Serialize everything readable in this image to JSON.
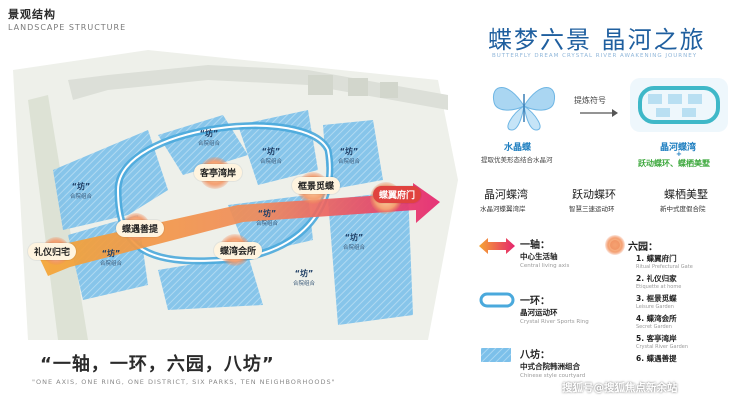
{
  "header": {
    "title_cn": "景观结构",
    "title_en": "LANDSCAPE STRUCTURE"
  },
  "hero": {
    "title": "蝶梦六景 晶河之旅",
    "subtitle": "BUTTERFLY DREAM CRYSTAL RIVER AWAKENING JOURNEY",
    "mid_label": "提炼符号"
  },
  "concept": {
    "left_name": "水晶蝶",
    "left_desc": "提取优美形态结合水晶河",
    "right_name": "晶河蝶湾",
    "right_plus": "+",
    "right_desc": "跃动蝶环、蝶栖美墅"
  },
  "features": [
    {
      "title": "晶河蝶湾",
      "desc": "水晶河蝶翼湾岸"
    },
    {
      "title": "跃动蝶环",
      "desc": "智慧三速运动环"
    },
    {
      "title": "蝶栖美墅",
      "desc": "新中式度假合院"
    }
  ],
  "plan": {
    "pills": [
      {
        "id": "pill-chun",
        "text": "蝶翼府门"
      },
      {
        "id": "pill-liyi",
        "text": "礼仪归宅"
      },
      {
        "id": "pill-kuang",
        "text": "框景觅蝶"
      },
      {
        "id": "pill-yuhuan",
        "text": "蝶遇善提"
      },
      {
        "id": "pill-keting",
        "text": "客亭湾岸"
      },
      {
        "id": "pill-dieguan",
        "text": "蝶湾会所"
      }
    ],
    "fang": {
      "title": "“坊”",
      "sub": "合院组合"
    }
  },
  "legend": {
    "axis": {
      "title": "一轴：",
      "sub": "中心生活轴",
      "en": "Central living axis"
    },
    "ring": {
      "title": "一环：",
      "sub": "晶河运动环",
      "en": "Crystal River Sports Ring"
    },
    "fang": {
      "title": "八坊：",
      "sub": "中式合院韩洲组合",
      "en": "Chinese style courtyard"
    },
    "parks_title": "六园：",
    "parks": [
      {
        "n": "1. 蝶翼府门",
        "e": "Ritual Prefectural Gate"
      },
      {
        "n": "2. 礼仪归家",
        "e": "Etiquette at home"
      },
      {
        "n": "3. 框景觅蝶",
        "e": "Leisure Garden"
      },
      {
        "n": "4. 蝶湾会所",
        "e": "Secret Garden"
      },
      {
        "n": "5. 客亭湾岸",
        "e": "Crystal River Garden"
      },
      {
        "n": "6. 蝶遇善提",
        "e": ""
      }
    ]
  },
  "slogan": {
    "cn": "“一轴，一环，六园，八坊”",
    "en": "\"ONE AXIS, ONE RING, ONE DISTRICT, SIX PARKS, TEN NEIGHBORHOODS\""
  },
  "watermark": "搜狐号@搜狐焦点新余站",
  "colors": {
    "axis_start": "#f5a533",
    "axis_end": "#e5246e",
    "ring": "#4aa9dc",
    "fang_fill": "#6fb6e4",
    "title_blue": "#1f5f9f"
  }
}
